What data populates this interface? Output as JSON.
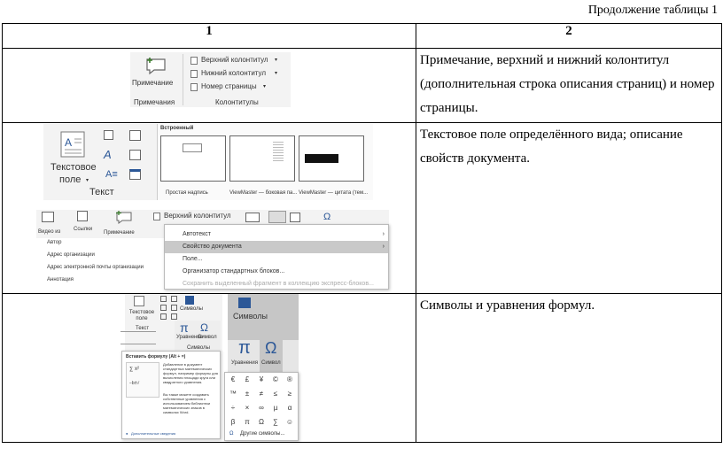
{
  "caption": "Продолжение таблицы 1",
  "headers": [
    "1",
    "2"
  ],
  "rows": [
    {
      "description": "Примечание, верхний и нижний колонтитул (дополнительная строка описания страниц) и номер страницы."
    },
    {
      "description": "Текстовое поле определённого вида; описание свойств документа."
    },
    {
      "description": "Символы и уравнения формул."
    }
  ],
  "ribbon1": {
    "comment_button": "Примечание",
    "comment_group": "Примечания",
    "header_button": "Верхний колонтитул",
    "footer_button": "Нижний колонтитул",
    "page_number_button": "Номер страницы",
    "hf_group": "Колонтитулы"
  },
  "ribbon2": {
    "textbox_button_line1": "Текстовое",
    "textbox_button_line2": "поле",
    "text_group": "Текст",
    "gallery_header": "Встроенный",
    "thumbs": [
      "Простая надпись",
      "ViewMaster — боковая па...",
      "ViewMaster — цитата (тем..."
    ],
    "video_button": "Видео из",
    "links_button": "Ссылки",
    "comment_button": "Примечание",
    "header_button": "Верхний колонтитул",
    "omega": "Ω",
    "doc_props": [
      "Автор",
      "Адрес организации",
      "Адрес электронной почты организации",
      "Аннотация"
    ],
    "menu_items": [
      "Автотекст",
      "Свойство документа",
      "Поле...",
      "Организатор стандартных блоков...",
      "Сохранить выделенный фрагмент в коллекцию экспресс-блоков..."
    ]
  },
  "ribbon3": {
    "textbox_label": "Текстовое поле",
    "text_group": "Текст",
    "symbols_small": "Символы",
    "equation_small": "Уравнение",
    "symbol_small": "Символ",
    "symbols_group_small": "Символы",
    "symbols_big": "Символы",
    "pi": "π",
    "omega": "Ω",
    "equation_big": "Уравнения",
    "symbol_big": "Символ",
    "tooltip_title": "Вставить формулу (Alt + =)",
    "tooltip_text1": "Добавление в документ стандартных математических формул, например формулы для вычисления площади круга или квадратного уравнения.",
    "tooltip_text2": "Вы также можете создавать собственные уравнения с использованием библиотеки математических знаков в символах Word.",
    "tooltip_link": "Дополнительные сведения",
    "symbols": [
      "€",
      "£",
      "¥",
      "©",
      "®",
      "™",
      "±",
      "≠",
      "≤",
      "≥",
      "÷",
      "×",
      "∞",
      "µ",
      "α",
      "β",
      "π",
      "Ω",
      "∑",
      "☺"
    ],
    "more_symbols": "Другие символы..."
  }
}
